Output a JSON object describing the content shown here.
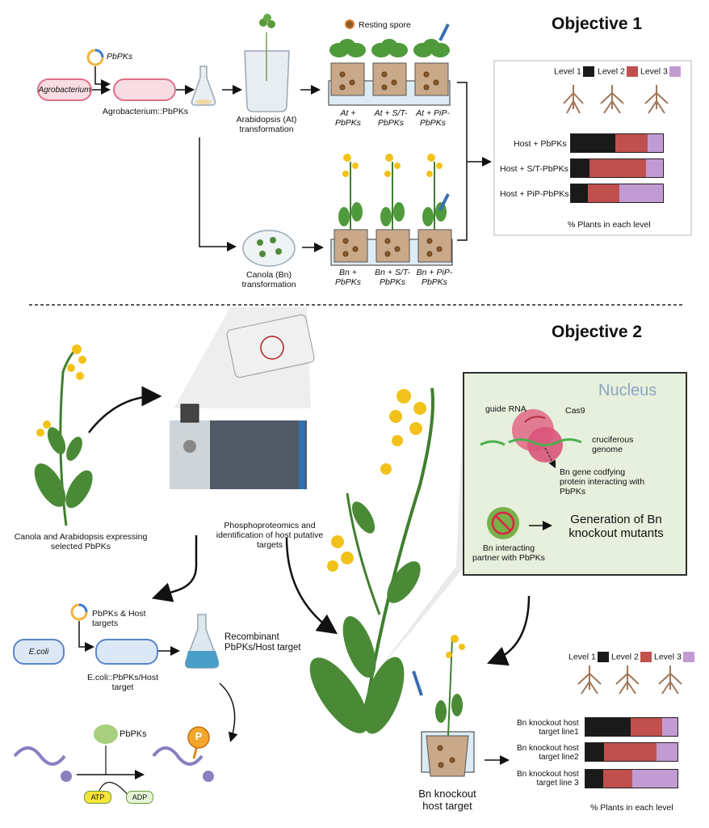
{
  "objective1": {
    "title": "Objective 1",
    "pbpks_plasmid": "PbPKs",
    "agrobacterium": "Agrobacterium",
    "agro_pbpks": "Agrobacterium::PbPKs",
    "arabidopsis_transformation": "Arabidopsis (At)\ntransformation",
    "canola_transformation": "Canola (Bn)\ntransformation",
    "resting_spore": "Resting spore",
    "at_labels": [
      "At +\nPbPKs",
      "At + S/T-\nPbPKs",
      "At + PiP-\nPbPKs"
    ],
    "bn_labels": [
      "Bn +\nPbPKs",
      "Bn + S/T-\nPbPKs",
      "Bn + PiP-\nPbPKs"
    ],
    "legend": [
      "Level 1",
      "Level 2",
      "Level 3"
    ],
    "rows": [
      "Host + PbPKs",
      "Host + S/T-PbPKs",
      "Host + PiP-PbPKs"
    ],
    "xlabel": "% Plants in each level"
  },
  "objective2": {
    "title": "Objective 2",
    "canola_arabidopsis": "Canola and Arabidopsis expressing\nselected PbPKs",
    "phosphoproteomics": "Phosphoproteomics and\nidentification of host putative\ntargets",
    "pbpks_host_targets": "PbPKs & Host\ntargets",
    "ecoli": "E.coli",
    "ecoli_label": "E.coli::PbPKs/Host\ntarget",
    "recombinant": "Recombinant\nPbPKs/Host target",
    "pbpks_enzyme": "PbPKs",
    "phospho_p": "P",
    "atp": "ATP",
    "adp": "ADP",
    "nucleus_title": "Nucleus",
    "guide_rna": "guide RNA",
    "cas9": "Cas9",
    "cruciferous": "cruciferous\ngenome",
    "bn_gene": "Bn gene codfying\nprotein interacting with\nPbPKs",
    "bn_interacting": "Bn  interacting\npartner with PbPKs",
    "generation": "Generation of Bn\nknockout mutants",
    "knockout_host": "Bn knockout\nhost target",
    "legend": [
      "Level 1",
      "Level 2",
      "Level 3"
    ],
    "rows": [
      "Bn knockout host\ntarget line1",
      "Bn knockout host\ntarget line2",
      "Bn knockout host\ntarget line 3"
    ],
    "xlabel": "% Plants in each level"
  },
  "colors": {
    "level1": "#1a1a1a",
    "level2": "#c0504d",
    "level3": "#c39bd3"
  },
  "chart_data": [
    {
      "type": "bar",
      "orientation": "horizontal-stacked",
      "categories": [
        "Host + PbPKs",
        "Host + S/T-PbPKs",
        "Host + PiP-PbPKs"
      ],
      "series": [
        {
          "name": "Level 1",
          "values": [
            48,
            20,
            18
          ]
        },
        {
          "name": "Level 2",
          "values": [
            35,
            62,
            35
          ]
        },
        {
          "name": "Level 3",
          "values": [
            17,
            18,
            47
          ]
        }
      ],
      "xlabel": "% Plants in each level"
    },
    {
      "type": "bar",
      "orientation": "horizontal-stacked",
      "categories": [
        "Bn knockout host target line1",
        "Bn knockout host target line2",
        "Bn knockout host target line 3"
      ],
      "series": [
        {
          "name": "Level 1",
          "values": [
            49,
            20,
            19
          ]
        },
        {
          "name": "Level 2",
          "values": [
            34,
            57,
            32
          ]
        },
        {
          "name": "Level 3",
          "values": [
            17,
            23,
            49
          ]
        }
      ],
      "xlabel": "% Plants in each level"
    }
  ]
}
